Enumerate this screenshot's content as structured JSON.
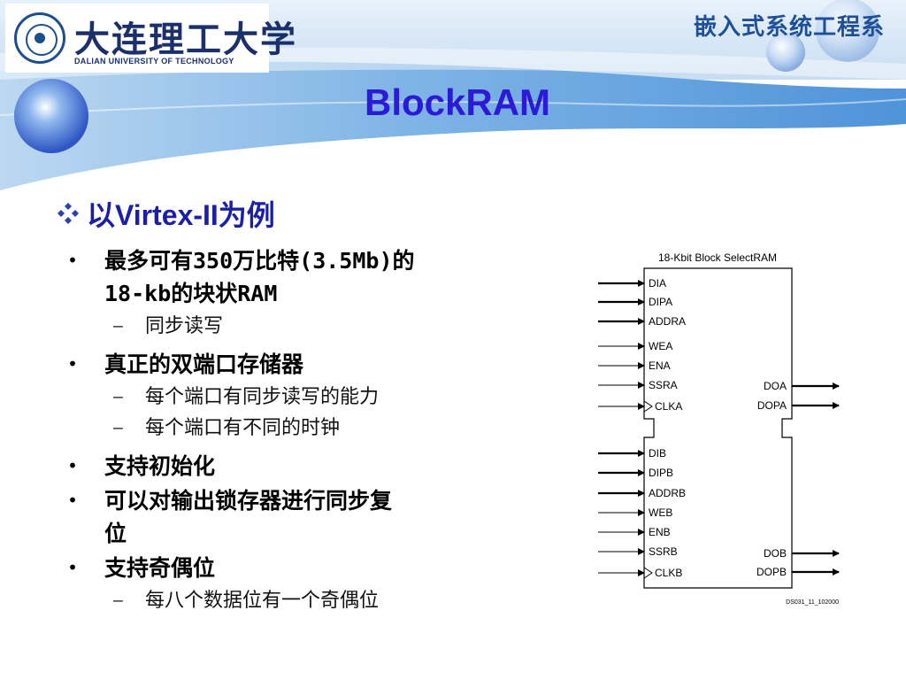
{
  "header": {
    "logo_cn": "大连理工大学",
    "logo_en": "DALIAN UNIVERSITY OF TECHNOLOGY",
    "course_title": "嵌入式系统工程系",
    "slide_title": "BlockRAM"
  },
  "main_heading": "以Virtex-II为例",
  "bullets": [
    {
      "text": "最多可有350万比特(3.5Mb)的",
      "level": 1
    },
    {
      "text": "18-kb的块状RAM",
      "level": 1,
      "continuation": true
    },
    {
      "text": "同步读写",
      "level": 2
    },
    {
      "text": "真正的双端口存储器",
      "level": 1
    },
    {
      "text": "每个端口有同步读写的能力",
      "level": 2
    },
    {
      "text": "每个端口有不同的时钟",
      "level": 2
    },
    {
      "text": "支持初始化",
      "level": 1
    },
    {
      "text": "可以对输出锁存器进行同步复",
      "level": 1
    },
    {
      "text": "位",
      "level": 1,
      "continuation": true
    },
    {
      "text": "支持奇偶位",
      "level": 1
    },
    {
      "text": "每八个数据位有一个奇偶位",
      "level": 2
    }
  ],
  "bullet_marks": {
    "level1": "•",
    "level2": "–"
  },
  "diagram": {
    "title": "18-Kbit Block SelectRAM",
    "port_a_inputs": [
      "DIA",
      "DIPA",
      "ADDRA",
      "WEA",
      "ENA",
      "SSRA",
      "CLKA"
    ],
    "port_a_outputs": [
      "DOA",
      "DOPA"
    ],
    "port_b_inputs": [
      "DIB",
      "DIPB",
      "ADDRB",
      "WEB",
      "ENB",
      "SSRB",
      "CLKB"
    ],
    "port_b_outputs": [
      "DOB",
      "DOPB"
    ],
    "caption": "DS031_11_102000"
  },
  "colors": {
    "title_blue": "#2b1ad6",
    "heading_blue": "#1b1fa8",
    "course_blue": "#1e4f99",
    "banner_blue": "#5d9ddc"
  }
}
